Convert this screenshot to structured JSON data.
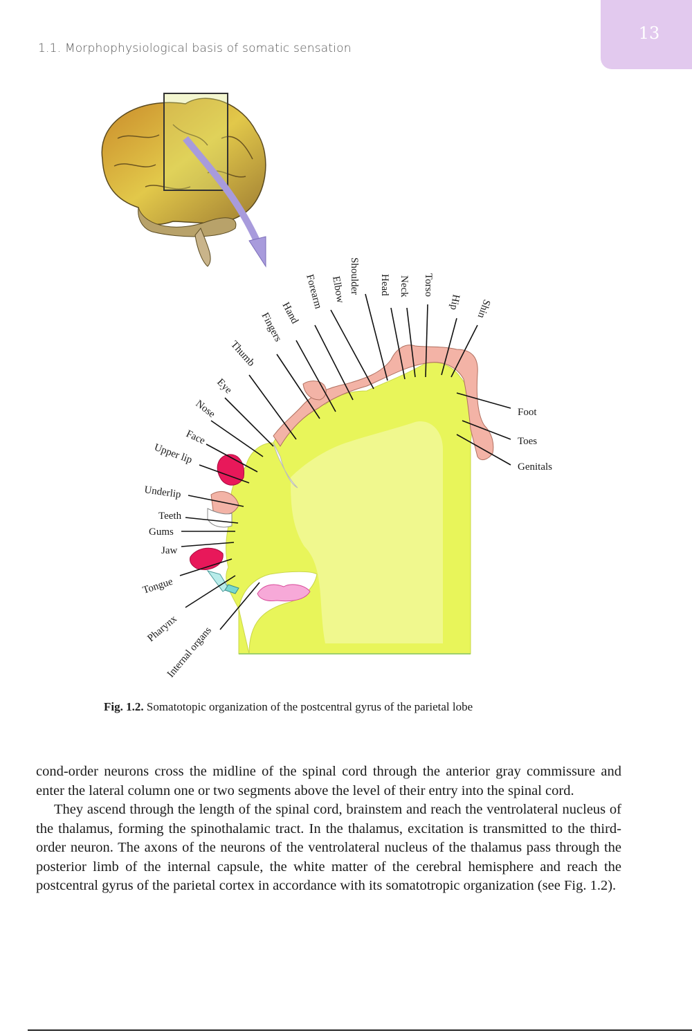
{
  "header": {
    "running_title": "1.1. Morphophysiological basis of somatic sensation",
    "page_number": "13",
    "tab_color": "#e2c9ee"
  },
  "figure": {
    "labels_left": {
      "shoulder": "Shoulder",
      "forearm": "Forearm",
      "elbow": "Elbow",
      "hand": "Hand",
      "fingers": "Fingers",
      "thumb": "Thumb",
      "eye": "Eye",
      "nose": "Nose",
      "face": "Face",
      "upper_lip": "Upper lip",
      "underlip": "Underlip",
      "teeth": "Teeth",
      "gums": "Gums",
      "jaw": "Jaw",
      "tongue": "Tongue",
      "pharynx": "Pharynx",
      "internal_organs": "Internal organs"
    },
    "labels_right": {
      "head": "Head",
      "neck": "Neck",
      "torso": "Torso",
      "hip": "Hip",
      "shin": "Shin",
      "foot": "Foot",
      "toes": "Toes",
      "genitals": "Genitals"
    },
    "colors": {
      "cortex": "#e8f55a",
      "white_matter": "#f0f88e",
      "homunculus": "#f3b3a6",
      "tongue": "#e8185a",
      "arrow": "#a89bdc",
      "brain": "#d7b640"
    },
    "caption_label": "Fig. 1.2.",
    "caption_text": "Somatotopic organization of the postcentral gyrus of the parietal lobe"
  },
  "body": {
    "paragraph_1": "cond-order neurons cross the midline of the spinal cord through the anterior gray commissure and enter the lateral column one or two segments above the level of their entry into the spinal cord.",
    "paragraph_2": "They ascend through the length of the spinal cord, brainstem and reach the ventrolateral nucleus of the thalamus, forming the spinothalamic tract. In the thalamus, excitation is transmitted to the third-order neuron. The axons of the neurons of the ventrolateral nucleus of the thalamus pass through the posterior limb of the internal capsule, the white matter of the cerebral hemisphere and reach the postcentral gyrus of the parietal cortex in accordance with its somatotropic organization (see Fig. 1.2)."
  }
}
